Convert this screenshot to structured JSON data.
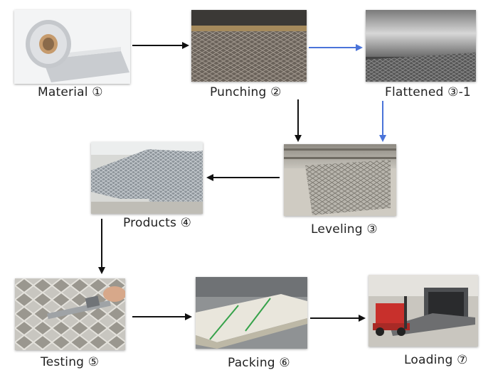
{
  "steps": {
    "material": "Material ①",
    "punching": "Punching ②",
    "flattened": "Flattened ③-1",
    "leveling": "Leveling ③",
    "products": "Products ④",
    "testing": "Testing ⑤",
    "packing": "Packing ⑥",
    "loading": "Loading ⑦"
  },
  "colors": {
    "main_arrow": "#111111",
    "alt_arrow": "#4a73d9"
  }
}
